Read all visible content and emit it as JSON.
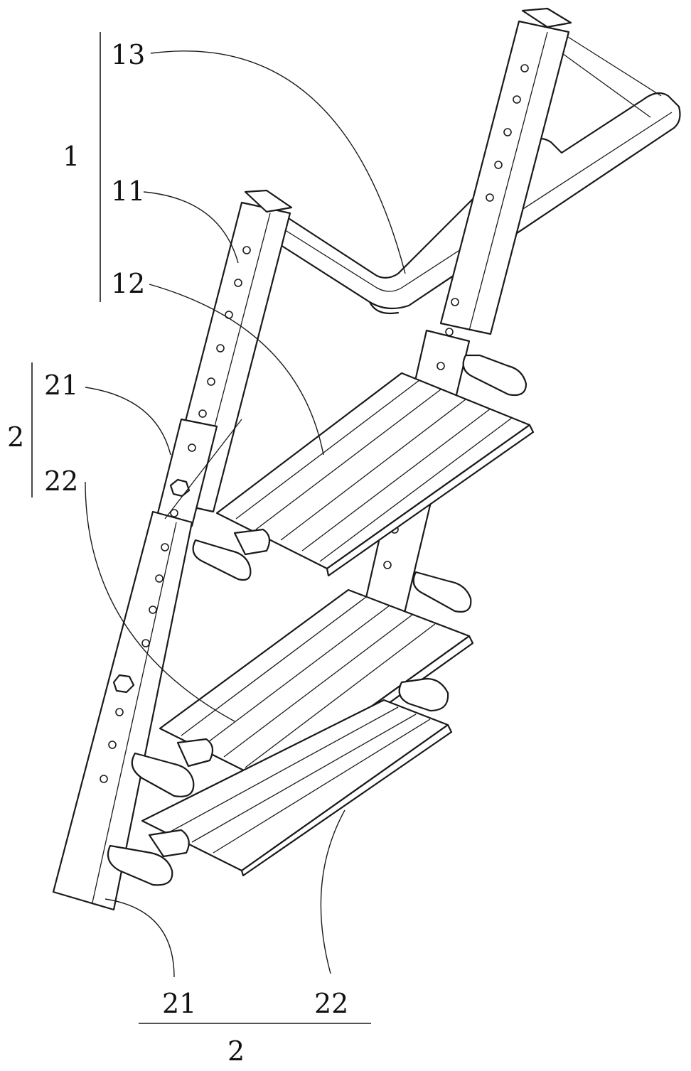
{
  "labels": {
    "group1": "1",
    "part13": "13",
    "part11": "11",
    "part12": "12",
    "group2_upper": "2",
    "part21_upper": "21",
    "part22_upper": "22",
    "part21_bottom": "21",
    "part22_bottom": "22",
    "group2_bottom": "2"
  }
}
